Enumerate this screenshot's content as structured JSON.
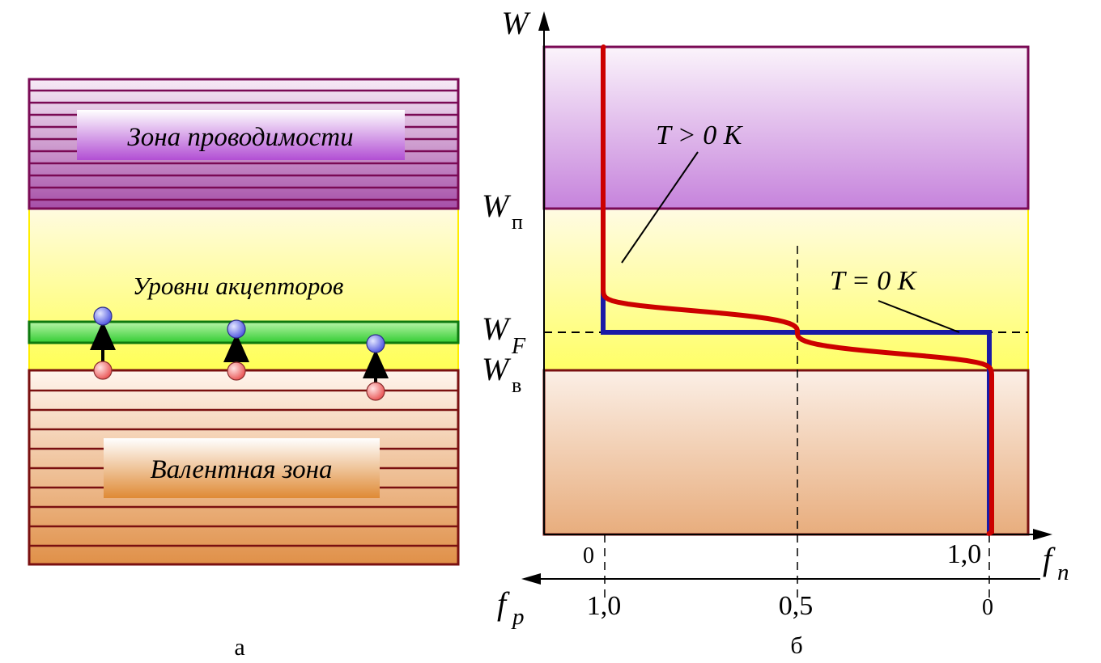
{
  "panel_a": {
    "conduction_band_label": "Зона проводимости",
    "acceptor_levels_label": "Уровни акцепторов",
    "valence_band_label": "Валентная зона",
    "caption": "а"
  },
  "panel_b": {
    "energy_axis_label": "W",
    "fermi_label": "W",
    "fermi_sub": "F",
    "conduction_edge_label": "W",
    "conduction_edge_sub": "п",
    "valence_edge_label": "W",
    "valence_edge_sub": "в",
    "fn_label": "f",
    "fn_sub": "n",
    "fp_label": "f",
    "fp_sub": "p",
    "curve_hot_label": "T > 0 K",
    "curve_cold_label": "T = 0 K",
    "fn_ticks": [
      "0",
      "1,0"
    ],
    "fp_ticks": [
      "1,0",
      "0,5",
      "0"
    ],
    "caption": "б"
  },
  "colors": {
    "conduction_band": "#b46fd3",
    "band_gap": "#ffff99",
    "acceptor_level": "#33cc33",
    "valence_band": "#e39a55",
    "curve_hot": "#cc0000",
    "curve_cold": "#1a1aa6",
    "electron": "#5a62e6",
    "hole": "#f06b6b"
  }
}
